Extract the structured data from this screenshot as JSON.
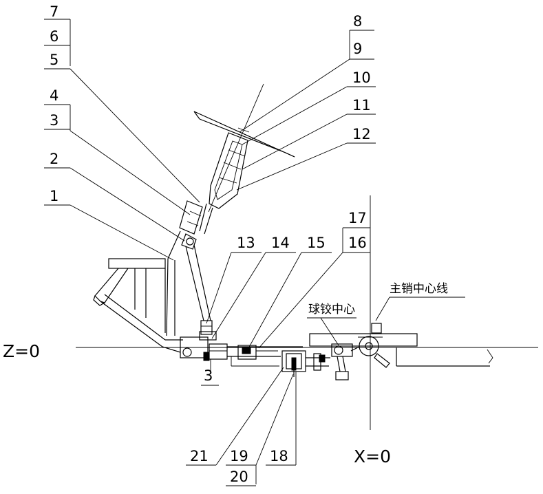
{
  "diagram": {
    "labels": {
      "z_zero": "Z=0",
      "x_zero": "X=0",
      "kingpin_centerline": "主销中心线",
      "ball_joint_center": "球铰中心"
    },
    "callouts": {
      "p1": "1",
      "p2": "2",
      "p3": "3",
      "p4": "4",
      "p5": "5",
      "p6": "6",
      "p7": "7",
      "p8": "8",
      "p9": "9",
      "p10": "10",
      "p11": "11",
      "p12": "12",
      "p13": "13",
      "p14": "14",
      "p15": "15",
      "p16": "16",
      "p17": "17",
      "p18": "18",
      "p19": "19",
      "p20": "20",
      "p21": "21",
      "p3_lower": "3"
    }
  }
}
